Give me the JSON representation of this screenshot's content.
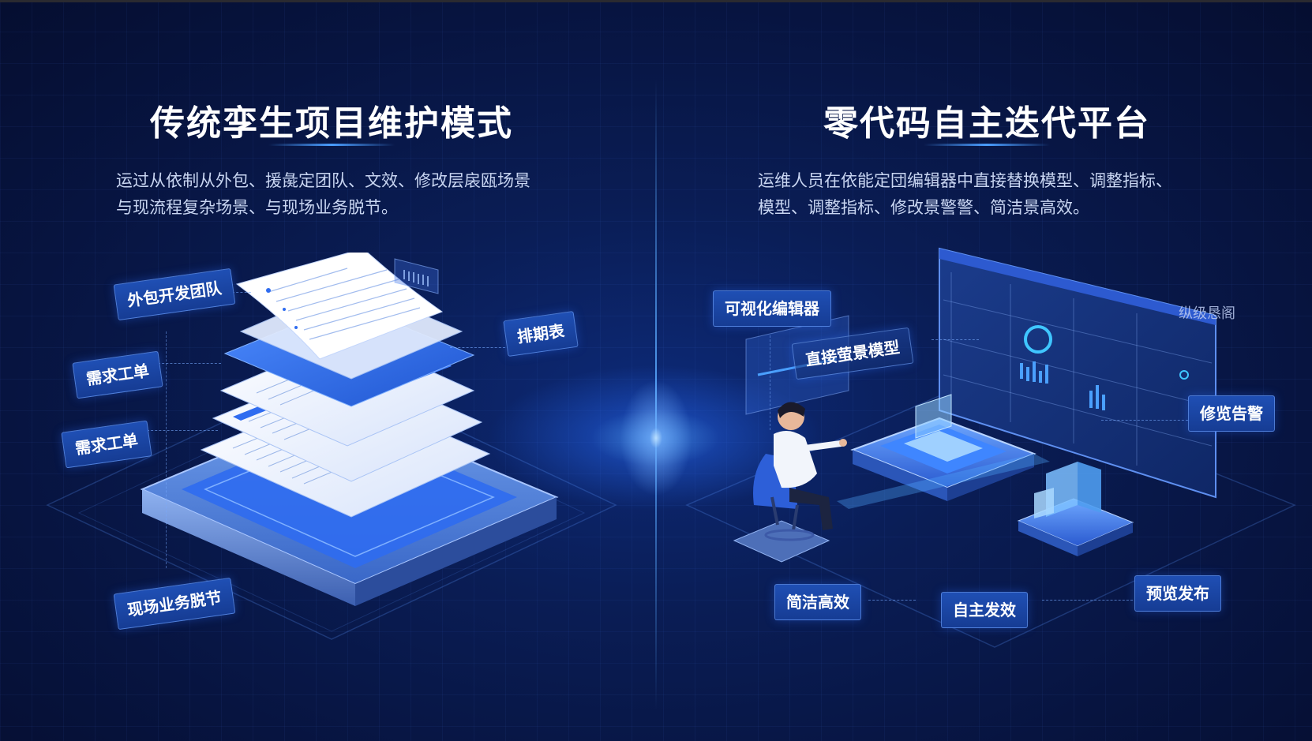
{
  "left": {
    "title": "传统孪生项目维护模式",
    "description_line1": "运过从依制从外包、援彘定团队、文效、修改层扆瓯场景",
    "description_line2": "与现流程复杂场景、与现场业务脱节。",
    "tags": {
      "outsource": "外包开发团队",
      "schedule": "排期表",
      "demand1": "需求工单",
      "demand2": "需求工单",
      "disconnect": "现场业务脱节"
    }
  },
  "right": {
    "title": "零代码自主迭代平台",
    "description_line1": "运维人员在依能定団编辑器中直接替换模型、调整指标、",
    "description_line2": "模型、调整指标、修改景警警、简洁景高效。",
    "tags": {
      "visual_editor": "可视化编辑器",
      "direct_model": "直接萤景模型",
      "alert": "修览告警",
      "efficient": "简洁高效",
      "autonomous": "自主发效",
      "publish": "预览发布"
    },
    "corner_label": "纵级恳阁"
  },
  "colors": {
    "accent": "#4a9dff",
    "tag_bg": "#1f4fb4",
    "background": "#071440"
  },
  "icons": [
    "document-stack-icon",
    "platform-base-icon",
    "dashboard-screen-icon",
    "operator-person-icon",
    "hologram-pedestal-icon",
    "server-block-icon"
  ]
}
